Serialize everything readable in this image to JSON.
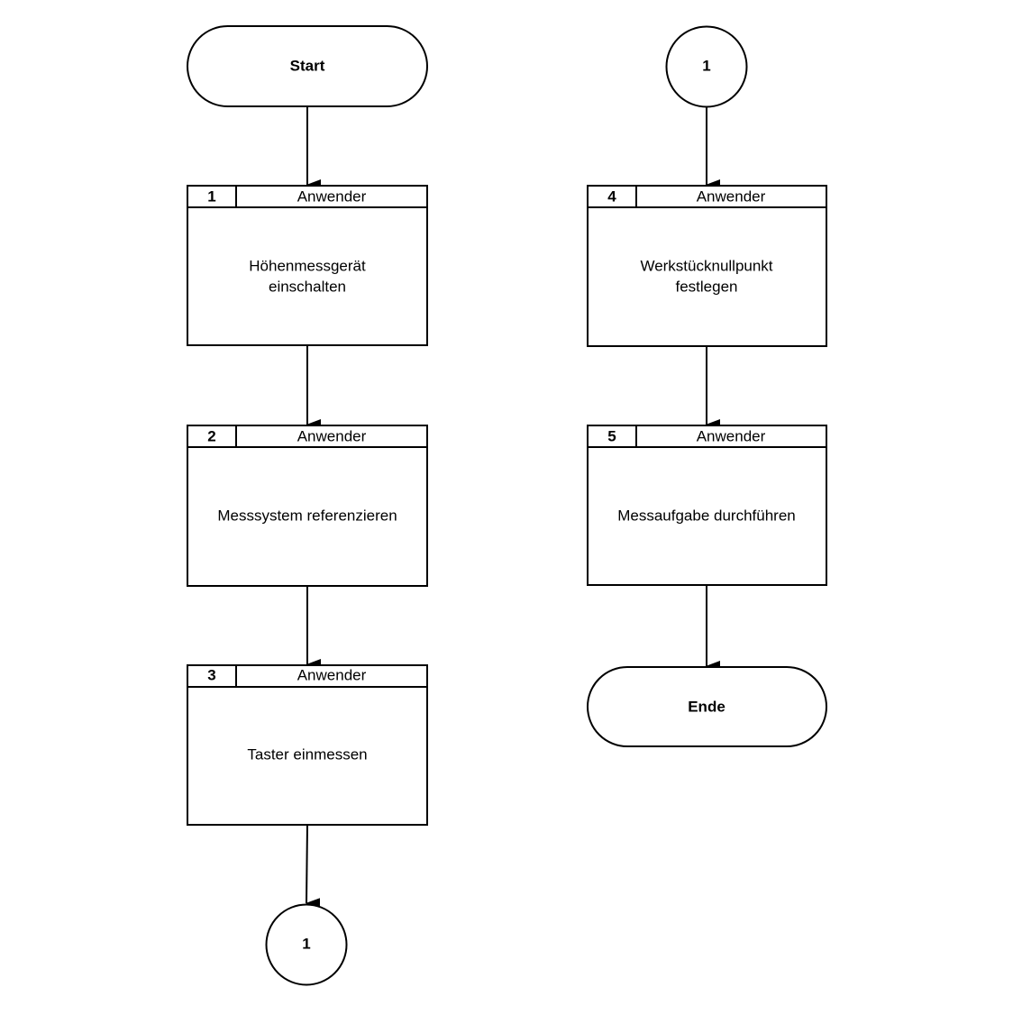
{
  "terminals": {
    "start": "Start",
    "end": "Ende"
  },
  "connectors": {
    "off_page_out": "1",
    "off_page_in": "1"
  },
  "steps": [
    {
      "number": "1",
      "role": "Anwender",
      "lines": [
        "Höhenmessgerät",
        "einschalten"
      ]
    },
    {
      "number": "2",
      "role": "Anwender",
      "lines": [
        "Messsystem referenzieren"
      ]
    },
    {
      "number": "3",
      "role": "Anwender",
      "lines": [
        "Taster einmessen"
      ]
    },
    {
      "number": "4",
      "role": "Anwender",
      "lines": [
        "Werkstücknullpunkt",
        "festlegen"
      ]
    },
    {
      "number": "5",
      "role": "Anwender",
      "lines": [
        "Messaufgabe durchführen"
      ]
    }
  ],
  "colors": {
    "stroke": "#000000",
    "fill": "#ffffff",
    "text": "#000000"
  }
}
